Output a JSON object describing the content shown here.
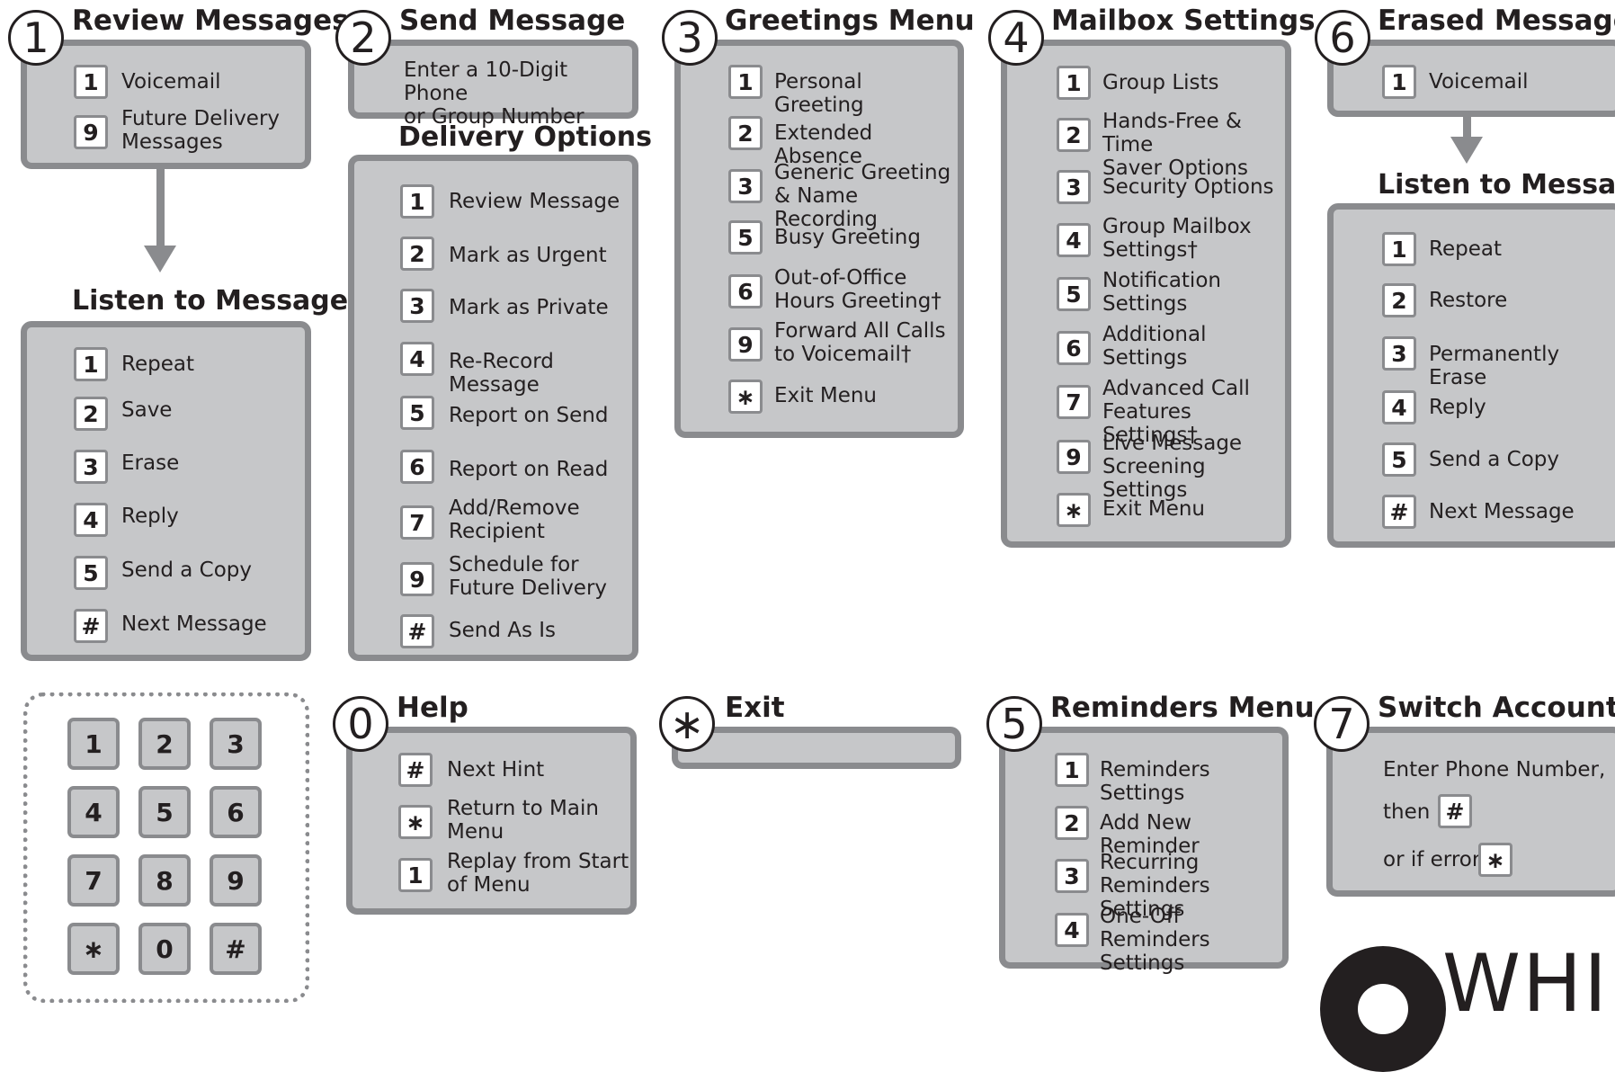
{
  "colors": {
    "panel_fill": "#c6c7c9",
    "panel_border": "#8a8b8e",
    "text": "#231f20"
  },
  "review": {
    "num": "1",
    "title": "Review Messages",
    "items": [
      {
        "key": "1",
        "label": "Voicemail"
      },
      {
        "key": "9",
        "label": "Future Delivery\nMessages"
      }
    ]
  },
  "listen1": {
    "title": "Listen to Messages",
    "items": [
      {
        "key": "1",
        "label": "Repeat"
      },
      {
        "key": "2",
        "label": "Save"
      },
      {
        "key": "3",
        "label": "Erase"
      },
      {
        "key": "4",
        "label": "Reply"
      },
      {
        "key": "5",
        "label": "Send a Copy"
      },
      {
        "key": "#",
        "label": "Next Message"
      }
    ]
  },
  "send": {
    "num": "2",
    "title": "Send Message",
    "text": "Enter a 10-Digit Phone\nor Group Number"
  },
  "delivery": {
    "title": "Delivery Options",
    "items": [
      {
        "key": "1",
        "label": "Review Message"
      },
      {
        "key": "2",
        "label": "Mark as Urgent"
      },
      {
        "key": "3",
        "label": "Mark as Private"
      },
      {
        "key": "4",
        "label": "Re-Record Message"
      },
      {
        "key": "5",
        "label": "Report on Send"
      },
      {
        "key": "6",
        "label": "Report on Read"
      },
      {
        "key": "7",
        "label": "Add/Remove\nRecipient"
      },
      {
        "key": "9",
        "label": "Schedule for\nFuture Delivery"
      },
      {
        "key": "#",
        "label": "Send As Is"
      }
    ]
  },
  "greetings": {
    "num": "3",
    "title": "Greetings Menu",
    "items": [
      {
        "key": "1",
        "label": "Personal Greeting"
      },
      {
        "key": "2",
        "label": "Extended Absence"
      },
      {
        "key": "3",
        "label": "Generic Greeting\n& Name Recording"
      },
      {
        "key": "5",
        "label": "Busy Greeting"
      },
      {
        "key": "6",
        "label": "Out-of-Office\nHours Greeting†"
      },
      {
        "key": "9",
        "label": "Forward All Calls\nto Voicemail†"
      },
      {
        "key": "∗",
        "label": "Exit Menu"
      }
    ]
  },
  "mailbox": {
    "num": "4",
    "title": "Mailbox Settings",
    "items": [
      {
        "key": "1",
        "label": "Group Lists"
      },
      {
        "key": "2",
        "label": "Hands-Free & Time\nSaver Options"
      },
      {
        "key": "3",
        "label": "Security Options"
      },
      {
        "key": "4",
        "label": "Group Mailbox\nSettings†"
      },
      {
        "key": "5",
        "label": "Notification\nSettings"
      },
      {
        "key": "6",
        "label": "Additional\nSettings"
      },
      {
        "key": "7",
        "label": "Advanced Call\nFeatures Settings†"
      },
      {
        "key": "9",
        "label": "Live Message\nScreening Settings"
      },
      {
        "key": "∗",
        "label": "Exit Menu"
      }
    ]
  },
  "erased": {
    "num": "6",
    "title": "Erased Messages",
    "items": [
      {
        "key": "1",
        "label": "Voicemail"
      }
    ]
  },
  "listen2": {
    "title": "Listen to Messages",
    "items": [
      {
        "key": "1",
        "label": "Repeat"
      },
      {
        "key": "2",
        "label": "Restore"
      },
      {
        "key": "3",
        "label": "Permanently Erase"
      },
      {
        "key": "4",
        "label": "Reply"
      },
      {
        "key": "5",
        "label": "Send a Copy"
      },
      {
        "key": "#",
        "label": "Next Message"
      }
    ]
  },
  "keypad": {
    "keys": [
      "1",
      "2",
      "3",
      "4",
      "5",
      "6",
      "7",
      "8",
      "9",
      "∗",
      "0",
      "#"
    ]
  },
  "help": {
    "num": "0",
    "title": "Help",
    "items": [
      {
        "key": "#",
        "label": "Next Hint"
      },
      {
        "key": "∗",
        "label": "Return to Main\nMenu"
      },
      {
        "key": "1",
        "label": "Replay from Start\nof Menu"
      }
    ]
  },
  "exit": {
    "num": "∗",
    "title": "Exit"
  },
  "reminders": {
    "num": "5",
    "title": "Reminders Menu",
    "items": [
      {
        "key": "1",
        "label": "Reminders Settings"
      },
      {
        "key": "2",
        "label": "Add New Reminder"
      },
      {
        "key": "3",
        "label": "Recurring\nReminders Settings"
      },
      {
        "key": "4",
        "label": "One-Off Reminders\nSettings"
      }
    ]
  },
  "switch": {
    "num": "7",
    "title": "Switch Account",
    "line1": "Enter Phone Number,",
    "line2": "then",
    "key2": "#",
    "line3": "or if error",
    "key3": "∗"
  },
  "logo": {
    "text": "WHID"
  }
}
